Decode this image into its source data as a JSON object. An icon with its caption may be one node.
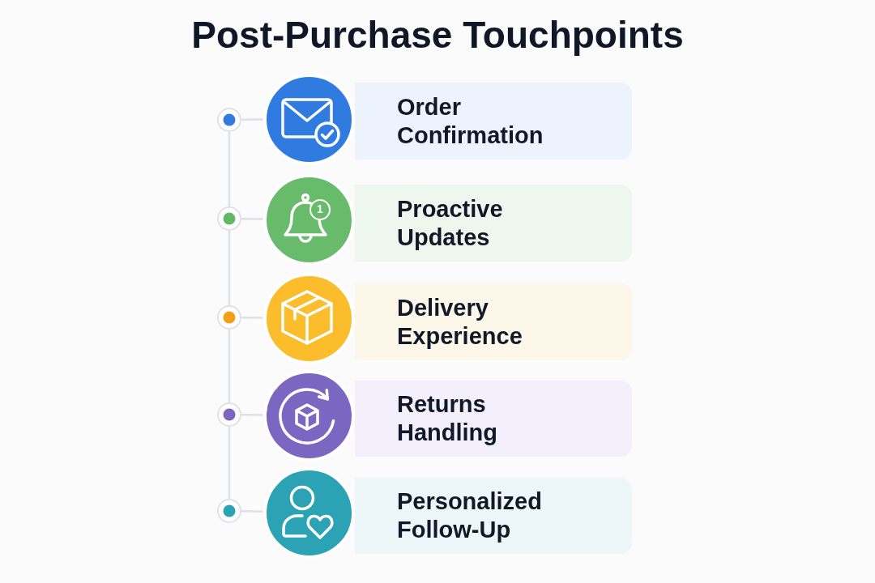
{
  "diagram": {
    "title": "Post-Purchase Touchpoints",
    "nodes": [
      {
        "text": [],
        "shape": "circle"
      },
      {
        "text": [],
        "shape": "circle"
      },
      {
        "text": [
          "Order Confirmation"
        ]
      },
      {
        "text": [],
        "shape": "circle"
      },
      {
        "text": [],
        "shape": "circle"
      },
      {
        "text": [
          "Proactive Updates"
        ]
      },
      {
        "text": [],
        "shape": "circle"
      },
      {
        "text": [],
        "shape": "circle"
      },
      {
        "text": [
          "Delivery Experience"
        ]
      },
      {
        "text": [],
        "shape": "circle"
      },
      {
        "text": [],
        "shape": "circle"
      },
      {
        "text": [
          "Returns Handling"
        ]
      },
      {
        "text": [],
        "shape": "circle"
      },
      {
        "text": [],
        "shape": "circle"
      },
      {
        "text": [
          "Personalized Follow-Up"
        ]
      }
    ],
    "edges": [
      {
        "from": 0,
        "to": 1,
        "arrow": "none"
      },
      {
        "from": 0,
        "to": 3,
        "arrow": "none"
      },
      {
        "from": 3,
        "to": 4,
        "arrow": "none"
      },
      {
        "from": 3,
        "to": 6,
        "arrow": "none"
      },
      {
        "from": 6,
        "to": 7,
        "arrow": "none"
      },
      {
        "from": 6,
        "to": 9,
        "arrow": "none"
      },
      {
        "from": 9,
        "to": 10,
        "arrow": "none"
      },
      {
        "from": 9,
        "to": 12,
        "arrow": "none"
      },
      {
        "from": 12,
        "to": 13,
        "arrow": "none"
      }
    ],
    "labels": [
      "1"
    ]
  }
}
